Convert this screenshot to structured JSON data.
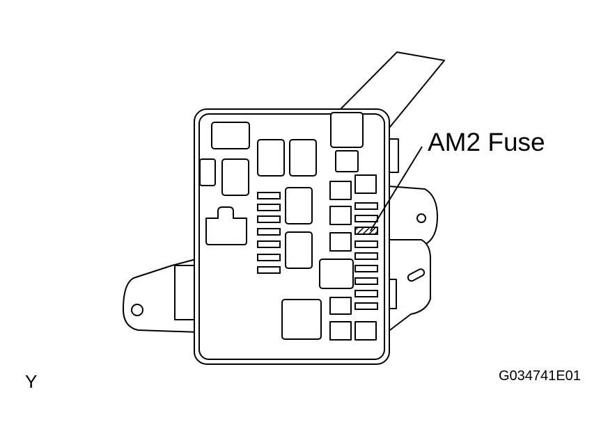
{
  "callout": {
    "label": "AM2 Fuse"
  },
  "corner_letter": "Y",
  "figure_id": "G034741E01",
  "colors": {
    "line": "#000000",
    "background": "#ffffff"
  }
}
